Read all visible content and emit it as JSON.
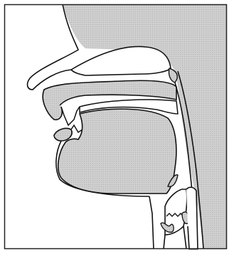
{
  "diagram": {
    "kind": "midsagittal-vocal-tract",
    "colors": {
      "background": "#ffffff",
      "fill": "#c9c9c9",
      "stroke": "#111111",
      "frame": "#222222"
    },
    "parts": [
      "frame",
      "head-outline",
      "nasal-cavity",
      "hard-palate",
      "velum",
      "upper-lip",
      "upper-teeth",
      "lower-lip",
      "lower-teeth",
      "tongue",
      "pharynx",
      "epiglottis",
      "larynx",
      "vocal-folds",
      "trachea",
      "esophagus"
    ]
  }
}
